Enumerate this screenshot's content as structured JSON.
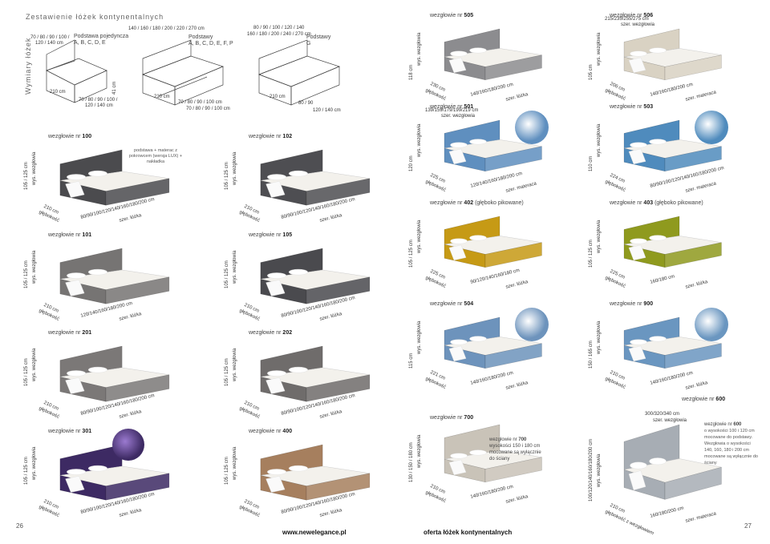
{
  "pages": {
    "left_number": "26",
    "right_number": "27"
  },
  "footer": {
    "url": "www.newelegance.pl",
    "title": "oferta łóżek kontynentalnych"
  },
  "overview": {
    "title": "Zestawienie łóżek kontynentalnych",
    "side_title": "Wymiary łóżek",
    "variants": [
      {
        "name": "Podstawa pojedyncza",
        "codes": "A, B, C, D, E",
        "top_widths": "70 / 80 / 90 / 100 /",
        "top_widths2": "120 / 140 cm",
        "depth": "210 cm",
        "widths": "70 / 80 / 90 / 100 /",
        "widths2": "120 / 140 cm"
      },
      {
        "name": "Podstawy",
        "codes": "A, B, C, D, E, F, P",
        "top_widths": "140 / 160 / 180 / 200 / 220 / 270 cm",
        "top_widths2": "",
        "depth": "210 cm",
        "widths": "70 / 80 / 90 / 100 cm",
        "widths2": "70 / 80 / 90 / 100 cm"
      },
      {
        "name": "Podstawy",
        "codes": "G",
        "top_widths": "80 / 90 / 100 / 120 / 140",
        "top_widths2": "160 / 180 / 200 / 240 / 270 cm",
        "depth": "210 cm",
        "widths": "80 / 90",
        "widths2": "120 / 140 cm"
      }
    ],
    "height_label": "41 cm"
  },
  "headboard_word": "wezgłowie nr",
  "height_axis": "wys. wezgłowia",
  "left_beds": [
    {
      "nr": "100",
      "height": "105 / 125 cm",
      "depth": "210 cm",
      "depth_label": "głębokość",
      "widths": "80/90/100/120/140/160/180/200 cm",
      "width_label": "szer. łóżka",
      "color": "#4b4b4e",
      "note": "podstawa + materac z pokrowcem (wersja LUX) + nakładka"
    },
    {
      "nr": "102",
      "height": "105 / 125 cm",
      "depth": "210 cm",
      "depth_label": "głębokość",
      "widths": "80/90/100/120/140/160/180/200 cm",
      "width_label": "szer. łóżka",
      "color": "#4e4e52",
      "note": ""
    },
    {
      "nr": "101",
      "height": "105 / 125 cm",
      "depth": "210 cm",
      "depth_label": "głębokość",
      "widths": "120/140/160/180/200 cm",
      "width_label": "szer. łóżka",
      "color": "#767473",
      "note": ""
    },
    {
      "nr": "105",
      "height": "105 / 125 cm",
      "depth": "210 cm",
      "depth_label": "głębokość",
      "widths": "80/90/100/120/140/160/180/200 cm",
      "width_label": "szer. łóżka",
      "color": "#4a4a4e",
      "note": ""
    },
    {
      "nr": "201",
      "height": "105 / 125 cm",
      "depth": "210 cm",
      "depth_label": "głębokość",
      "widths": "80/90/100/120/140/160/180/200 cm",
      "width_label": "szer. łóżka",
      "color": "#7b7877",
      "note": ""
    },
    {
      "nr": "202",
      "height": "105 / 125 cm",
      "depth": "210 cm",
      "depth_label": "głębokość",
      "widths": "80/90/100/120/140/160/180/200 cm",
      "width_label": "szer. łóżka",
      "color": "#6f6c6b",
      "note": ""
    },
    {
      "nr": "301",
      "height": "105 / 125 cm",
      "depth": "210 cm",
      "depth_label": "głębokość",
      "widths": "80/90/100/120/140/160/180/200 cm",
      "width_label": "szer. łóżka",
      "color": "#3d2a63",
      "note": ""
    },
    {
      "nr": "400",
      "height": "105 / 125 cm",
      "depth": "210 cm",
      "depth_label": "głębokość",
      "widths": "80/90/100/120/140/160/180/200 cm",
      "width_label": "szer. łóżka",
      "color": "#a67f5e",
      "note": ""
    }
  ],
  "right_beds": [
    {
      "nr": "505",
      "suffix": "",
      "height": "118 cm",
      "top": "",
      "top_label": "",
      "depth": "230 cm",
      "depth_label": "głębokość",
      "widths": "140/160/180/200 cm",
      "width_label": "szer. łóżka",
      "color": "#8c8c8f"
    },
    {
      "nr": "506",
      "suffix": "",
      "height": "105 cm",
      "top": "215/235/255/275 cm",
      "top_label": "szer. wezgłowia",
      "depth": "206 cm",
      "depth_label": "głębokość",
      "widths": "140/160/180/200 cm",
      "width_label": "szer. materaca",
      "color": "#d9d2c3"
    },
    {
      "nr": "501",
      "suffix": "",
      "height": "120 cm",
      "top": "139/159/179/199/219 cm",
      "top_label": "szer. wezgłowia",
      "depth": "225 cm",
      "depth_label": "głębokość",
      "widths": "120/140/160/180/200 cm",
      "width_label": "szer. materaca",
      "color": "#5f8fbf"
    },
    {
      "nr": "503",
      "suffix": "",
      "height": "110 cm",
      "top": "",
      "top_label": "",
      "depth": "224 cm",
      "depth_label": "głębokość",
      "widths": "80/90/100/120/140/160/180/200 cm",
      "width_label": "szer. materaca",
      "color": "#4f8bbd"
    },
    {
      "nr": "402",
      "suffix": "(głęboko pikowane)",
      "height": "105 / 125 cm",
      "top": "",
      "top_label": "",
      "depth": "225 cm",
      "depth_label": "głębokość",
      "widths": "90/120/140/160/180 cm",
      "width_label": "szer. łóżka",
      "color": "#c69a15"
    },
    {
      "nr": "403",
      "suffix": "(głęboko pikowane)",
      "height": "105 / 125 cm",
      "top": "",
      "top_label": "",
      "depth": "225 cm",
      "depth_label": "głębokość",
      "widths": "160/180 cm",
      "width_label": "szer. łóżka",
      "color": "#8f9a1e"
    },
    {
      "nr": "504",
      "suffix": "",
      "height": "115 cm",
      "top": "",
      "top_label": "",
      "depth": "221 cm",
      "depth_label": "głębokość",
      "widths": "140/160/180/200 cm",
      "width_label": "szer. łóżka",
      "color": "#6d93bc"
    },
    {
      "nr": "900",
      "suffix": "",
      "height": "150 / 165 cm",
      "top": "",
      "top_label": "",
      "depth": "210 cm",
      "depth_label": "głębokość",
      "widths": "140/160/180/200 cm",
      "width_label": "szer. łóżka",
      "color": "#6a96c0"
    },
    {
      "nr": "700",
      "suffix": "",
      "height": "130 / 150 / 180 cm",
      "top": "",
      "top_label": "",
      "depth": "210 cm",
      "depth_label": "głębokość",
      "widths": "140/160/180/200 cm",
      "width_label": "szer. łóżka",
      "color": "#c9c3b8"
    },
    {
      "nr": "600",
      "suffix": "",
      "height": "100/120/140/160/180/200 cm",
      "top": "300/320/340 cm",
      "top_label": "szer. wezgłowia",
      "depth": "210 cm",
      "depth_label": "głębokość z wezgłowiem",
      "widths": "160/180/200 cm",
      "width_label": "szer. materaca",
      "color": "#a7adb4"
    }
  ],
  "note700": {
    "title": "wezgłowie nr",
    "nr": "700",
    "text": "wysokości 150 i 180 cm mocowane są wyłącznie do ściany"
  },
  "note600": {
    "title": "wezgłowie nr",
    "nr": "600",
    "text": "o wysokości 100 i 120 cm mocowane do podstawy. Wezgłowia o wysokości 140, 160, 180 i 200 cm mocowane są wyłącznie do ściany"
  },
  "heading600": {
    "title": "wezgłowie nr",
    "nr": "600"
  }
}
